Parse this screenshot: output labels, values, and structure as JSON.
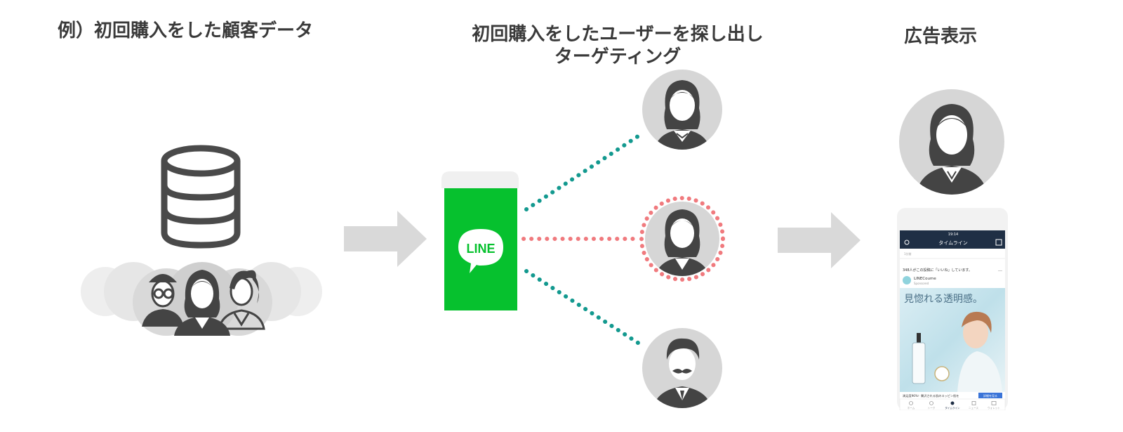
{
  "headings": {
    "customer_data": "例）初回購入をした顧客データ",
    "targeting_line1": "初回購入をしたユーザーを探し出し",
    "targeting_line2": "ターゲティング",
    "ad_display": "広告表示"
  },
  "line_app": {
    "logo_text": "LINE",
    "brand_color": "#06c12e"
  },
  "colors": {
    "teal_dots": "#13998f",
    "pink_dots": "#f07a7e",
    "arrow": "#d9d9d9",
    "avatar_bg": "#d6d6d6",
    "avatar_fg": "#444444"
  },
  "icons": [
    "database-icon",
    "customer-avatar-icon",
    "line-logo-icon",
    "arrow-right-icon",
    "user-avatar-icon"
  ],
  "phone": {
    "status_time": "19:14",
    "header_title": "タイムライン",
    "notice_small": "1分前",
    "liked_text": "348人がこの投稿に「いいね」しています。",
    "account_name": "LINECoume",
    "account_sub": "Sponsored",
    "ad_headline": "見惚れる透明感。",
    "ad_caption": "満足度96%！贅沢される肌のスッピン肌を",
    "ad_button": "詳細を見る",
    "nav": [
      "ホーム",
      "トーク",
      "タイムライン",
      "ニュース",
      "ウォレット"
    ]
  }
}
